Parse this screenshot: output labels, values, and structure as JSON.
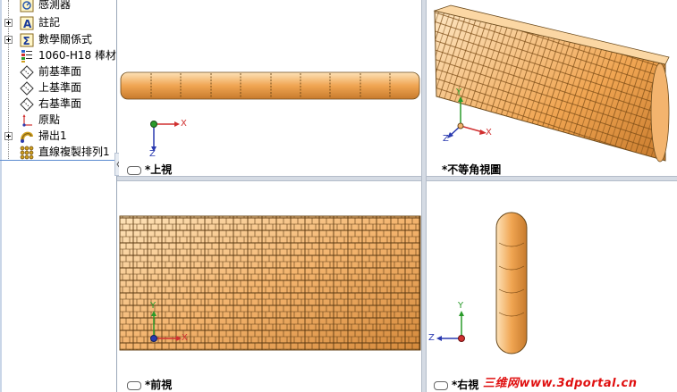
{
  "feature_tree": {
    "items": [
      {
        "label": "感測器",
        "icon": "sensor-icon",
        "expand": false
      },
      {
        "label": "註記",
        "icon": "annotation-icon",
        "expand": true
      },
      {
        "label": "數學關係式",
        "icon": "equations-icon",
        "expand": true
      },
      {
        "label": "1060-H18 棒材",
        "icon": "material-icon",
        "expand": false
      },
      {
        "label": "前基準面",
        "icon": "plane-icon",
        "expand": false
      },
      {
        "label": "上基準面",
        "icon": "plane-icon",
        "expand": false
      },
      {
        "label": "右基準面",
        "icon": "plane-icon",
        "expand": false
      },
      {
        "label": "原點",
        "icon": "origin-icon",
        "expand": false
      },
      {
        "label": "掃出1",
        "icon": "sweep-icon",
        "expand": true
      },
      {
        "label": "直線複製排列1",
        "icon": "linear-pattern-icon",
        "expand": false
      }
    ]
  },
  "viewports": {
    "top": {
      "label": "*上視"
    },
    "iso": {
      "label": "*不等角視圖"
    },
    "front": {
      "label": "*前視"
    },
    "right": {
      "label": "*右視"
    }
  },
  "triad": {
    "x": "X",
    "y": "Y",
    "z": "Z"
  },
  "watermark": "三维网www.3dportal.cn",
  "colors": {
    "part": "#f3b46e",
    "part_dark": "#c97a2c",
    "x_axis": "#d03030",
    "y_axis": "#2a9a2a",
    "z_axis": "#2a3ab0"
  }
}
